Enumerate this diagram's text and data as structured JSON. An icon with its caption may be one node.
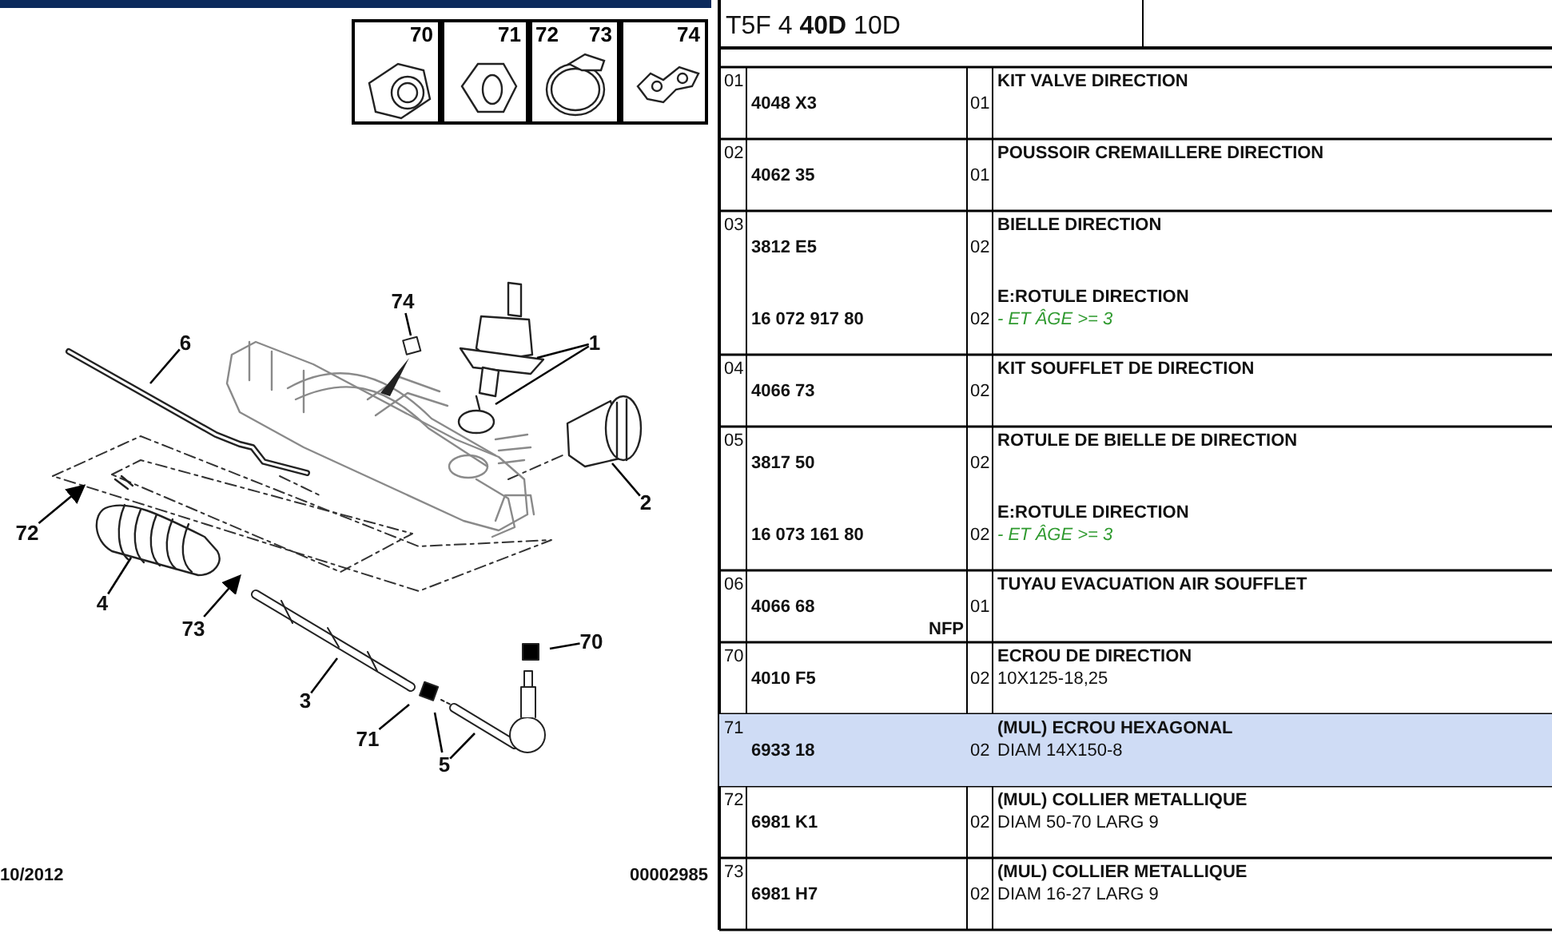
{
  "diagram": {
    "nodes": [
      {
        "text": [
          "70"
        ]
      },
      {
        "text": [
          "71"
        ]
      },
      {
        "text": [
          "72",
          "73"
        ]
      },
      {
        "text": [
          "74"
        ]
      },
      {
        "text": [
          "74"
        ]
      },
      {
        "text": [
          "6"
        ]
      },
      {
        "text": [
          "1"
        ]
      },
      {
        "text": [
          "2"
        ]
      },
      {
        "text": [
          "72"
        ]
      },
      {
        "text": [
          "4"
        ]
      },
      {
        "text": [
          "73"
        ]
      },
      {
        "text": [
          "3"
        ]
      },
      {
        "text": [
          "70"
        ]
      },
      {
        "text": [
          "71"
        ]
      },
      {
        "text": [
          "5"
        ]
      }
    ],
    "edges": [
      {
        "from": 4,
        "to": null,
        "arrow": "none"
      },
      {
        "from": 5,
        "to": null,
        "arrow": "none"
      },
      {
        "from": 6,
        "to": null,
        "arrow": "none"
      },
      {
        "from": 6,
        "to": null,
        "arrow": "none"
      },
      {
        "from": 7,
        "to": null,
        "arrow": "none"
      },
      {
        "from": 8,
        "to": null,
        "arrow": "to"
      },
      {
        "from": 9,
        "to": null,
        "arrow": "none"
      },
      {
        "from": 10,
        "to": null,
        "arrow": "to"
      },
      {
        "from": 11,
        "to": null,
        "arrow": "none"
      },
      {
        "from": 12,
        "to": null,
        "arrow": "none"
      },
      {
        "from": 13,
        "to": null,
        "arrow": "none"
      },
      {
        "from": 14,
        "to": null,
        "arrow": "none"
      },
      {
        "from": 14,
        "to": null,
        "arrow": "none"
      }
    ],
    "labels": [
      "T5F 4 **40D** 10D",
      "01",
      "4048 X3",
      "01",
      "KIT VALVE DIRECTION",
      "02",
      "4062 35",
      "01",
      "POUSSOIR CREMAILLERE DIRECTION",
      "03",
      "3812 E5",
      "02",
      "BIELLE DIRECTION",
      "16 072 917 80",
      "02",
      "E:ROTULE DIRECTION",
      "- ET ÂGE >= 3",
      "04",
      "4066 73",
      "02",
      "KIT SOUFFLET DE DIRECTION",
      "05",
      "3817 50",
      "02",
      "ROTULE DE BIELLE DE DIRECTION",
      "16 073 161 80",
      "02",
      "E:ROTULE DIRECTION",
      "- ET ÂGE >= 3",
      "06",
      "4066 68",
      "NFP",
      "01",
      "TUYAU EVACUATION AIR SOUFFLET",
      "70",
      "4010 F5",
      "02",
      "ECROU DE DIRECTION",
      "10X125-18,25",
      "71",
      "6933 18",
      "02",
      "(MUL) ECROU HEXAGONAL",
      "DIAM 14X150-8",
      "72",
      "6981 K1",
      "02",
      "(MUL) COLLIER METALLIQUE",
      "DIAM 50-70 LARG 9",
      "73",
      "6981 H7",
      "02",
      "(MUL) COLLIER METALLIQUE",
      "DIAM 16-27 LARG 9",
      "10/2012",
      "00002985"
    ]
  }
}
